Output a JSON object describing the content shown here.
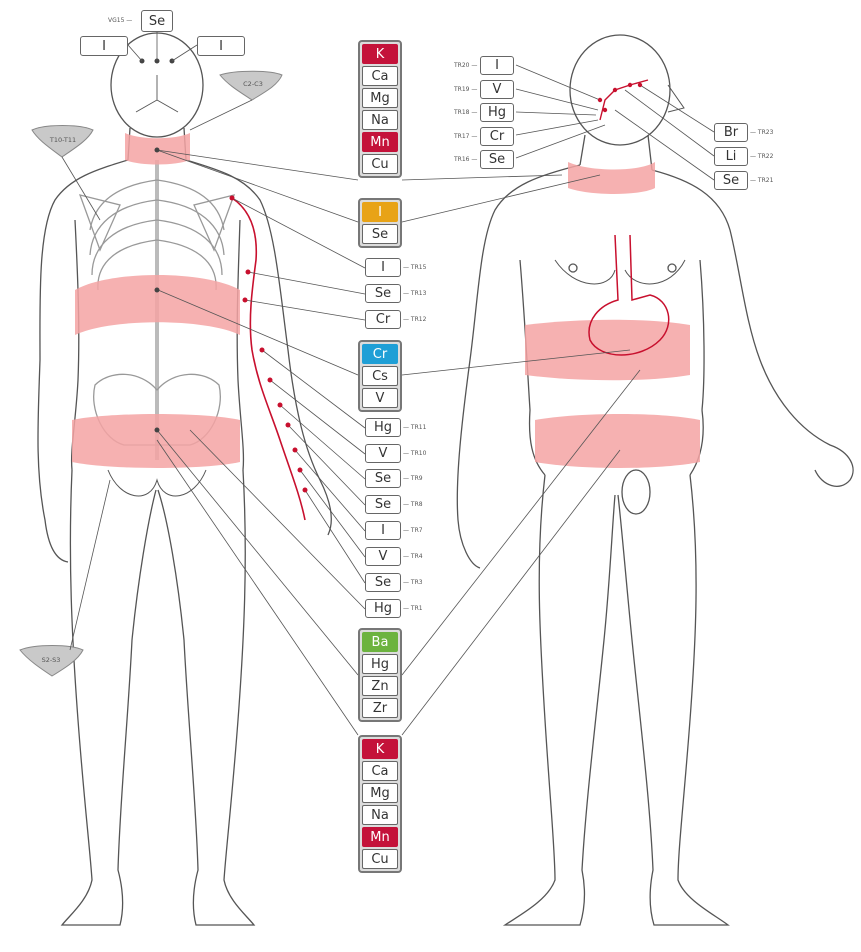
{
  "colors": {
    "band": "#f4a3a3",
    "meridian": "#c8102e",
    "red_element": "#c4123a",
    "orange_element": "#e8a317",
    "blue_element": "#1f9fd6",
    "green_element": "#6cb33f",
    "outline": "#555555"
  },
  "top_labels": {
    "center": {
      "text": "Se",
      "tag": "VG15"
    },
    "left": {
      "text": "I"
    },
    "right": {
      "text": "I"
    }
  },
  "vertebrae": [
    {
      "text": "C2-C3"
    },
    {
      "text": "T10-T11"
    },
    {
      "text": "S2-S3"
    }
  ],
  "groups": [
    {
      "items": [
        {
          "text": "K",
          "color": "red"
        },
        {
          "text": "Ca"
        },
        {
          "text": "Mg"
        },
        {
          "text": "Na"
        },
        {
          "text": "Mn",
          "color": "red"
        },
        {
          "text": "Cu"
        }
      ]
    },
    {
      "items": [
        {
          "text": "I",
          "color": "orange"
        },
        {
          "text": "Se"
        }
      ]
    },
    {
      "items": [
        {
          "text": "Cr",
          "color": "blue"
        },
        {
          "text": "Cs"
        },
        {
          "text": "V"
        }
      ]
    },
    {
      "items": [
        {
          "text": "Ba",
          "color": "green"
        },
        {
          "text": "Hg"
        },
        {
          "text": "Zn"
        },
        {
          "text": "Zr"
        }
      ]
    },
    {
      "items": [
        {
          "text": "K",
          "color": "red"
        },
        {
          "text": "Ca"
        },
        {
          "text": "Mg"
        },
        {
          "text": "Na"
        },
        {
          "text": "Mn",
          "color": "red"
        },
        {
          "text": "Cu"
        }
      ]
    }
  ],
  "arm_points": [
    {
      "text": "I",
      "tag": "TR15"
    },
    {
      "text": "Se",
      "tag": "TR13"
    },
    {
      "text": "Cr",
      "tag": "TR12"
    },
    {
      "text": "Hg",
      "tag": "TR11"
    },
    {
      "text": "V",
      "tag": "TR10"
    },
    {
      "text": "Se",
      "tag": "TR9"
    },
    {
      "text": "Se",
      "tag": "TR8"
    },
    {
      "text": "I",
      "tag": "TR7"
    },
    {
      "text": "V",
      "tag": "TR4"
    },
    {
      "text": "Se",
      "tag": "TR3"
    },
    {
      "text": "Hg",
      "tag": "TR1"
    }
  ],
  "head_left": [
    {
      "text": "I",
      "tag": "TR20"
    },
    {
      "text": "V",
      "tag": "TR19"
    },
    {
      "text": "Hg",
      "tag": "TR18"
    },
    {
      "text": "Cr",
      "tag": "TR17"
    },
    {
      "text": "Se",
      "tag": "TR16"
    }
  ],
  "head_right": [
    {
      "text": "Br",
      "tag": "TR23"
    },
    {
      "text": "Li",
      "tag": "TR22"
    },
    {
      "text": "Se",
      "tag": "TR21"
    }
  ]
}
